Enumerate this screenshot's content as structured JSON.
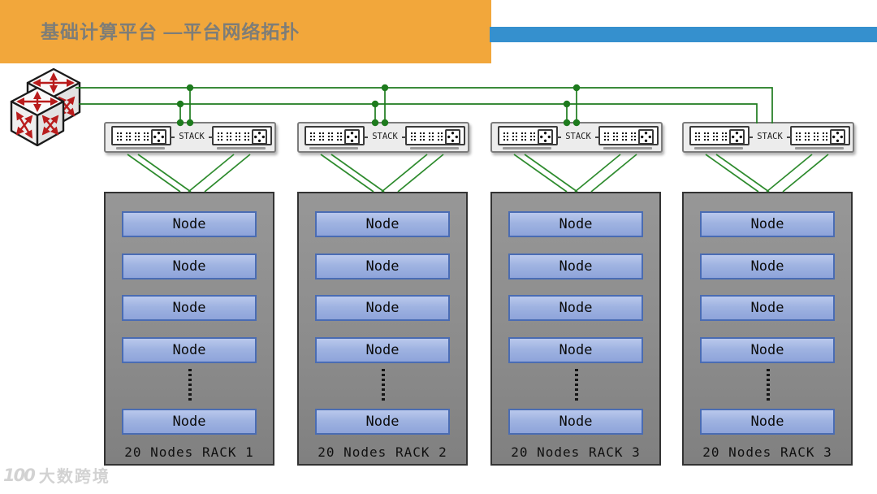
{
  "slide": {
    "title": "基础计算平台 —平台网络拓扑",
    "banner_color": "#F2A73B",
    "title_color": "#7D7D78",
    "accent_bar_color": "#3590CE"
  },
  "network": {
    "link_color": "#1E7B1E",
    "core": {
      "icon": "multilayer-switch-cubes",
      "units": 2
    },
    "switches": [
      {
        "stack_label": "STACK"
      },
      {
        "stack_label": "STACK"
      },
      {
        "stack_label": "STACK"
      },
      {
        "stack_label": "STACK"
      }
    ],
    "racks": [
      {
        "label": "20 Nodes RACK 1",
        "nodes": [
          "Node",
          "Node",
          "Node",
          "Node",
          "Node"
        ],
        "more_indicator": "⋮"
      },
      {
        "label": "20 Nodes RACK 2",
        "nodes": [
          "Node",
          "Node",
          "Node",
          "Node",
          "Node"
        ],
        "more_indicator": "⋮"
      },
      {
        "label": "20 Nodes RACK 3",
        "nodes": [
          "Node",
          "Node",
          "Node",
          "Node",
          "Node"
        ],
        "more_indicator": "⋮"
      },
      {
        "label": "20 Nodes RACK 3",
        "nodes": [
          "Node",
          "Node",
          "Node",
          "Node",
          "Node"
        ],
        "more_indicator": "⋮"
      }
    ],
    "node_fill": "#9FB3E1",
    "node_border": "#4A6CB3",
    "rack_fill": "#8C8C8C"
  },
  "watermark": {
    "logo_text": "100",
    "text": "大数跨境"
  }
}
